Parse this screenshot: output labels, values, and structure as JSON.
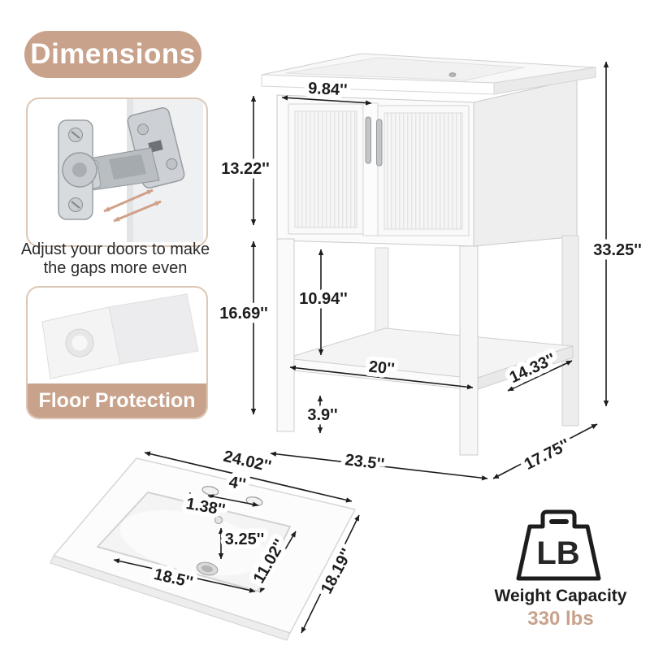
{
  "colors": {
    "accent": "#c8a28b",
    "accent_border": "#ddc7b5",
    "text_dark": "#1d1d1d",
    "tan_arrow": "#d0a088"
  },
  "header": {
    "title": "Dimensions"
  },
  "hinge_panel": {
    "caption_line1": "Adjust your doors to make",
    "caption_line2": "the gaps more even"
  },
  "floor_panel": {
    "label": "Floor Protection"
  },
  "vanity_dims": {
    "door_width": "9.84''",
    "door_height": "13.22''",
    "lower_height": "16.69''",
    "shelf_clearance": "10.94''",
    "overall_height": "33.25''",
    "shelf_width": "20''",
    "shelf_depth": "14.33''",
    "foot_height": "3.9''",
    "overall_width": "23.5''",
    "overall_depth": "17.75''"
  },
  "sink_dims": {
    "top_width": "24.02''",
    "faucet_hole_spacing": "4''",
    "faucet_hole_diameter": "1.38''",
    "basin_depth": "3.25''",
    "basin_width": "18.5''",
    "basin_front_depth": "11.02''",
    "top_depth": "18.19''"
  },
  "weight": {
    "icon_text": "LB",
    "label": "Weight Capacity",
    "value": "330 lbs"
  }
}
